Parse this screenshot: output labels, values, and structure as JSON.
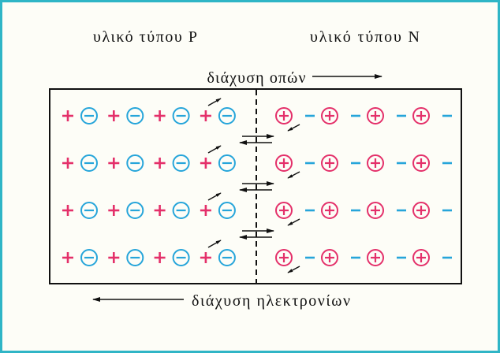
{
  "labels": {
    "p_material": "υλικό τύπου P",
    "n_material": "υλικό τύπου N",
    "hole_diffusion": "διάχυση οπών",
    "electron_diffusion": "διάχυση ηλεκτρονίων"
  },
  "colors": {
    "frame": "#2fb5c6",
    "background": "#fdfdf7",
    "positive": "#e4306a",
    "negative": "#26a5da",
    "ink": "#111111"
  },
  "rows": [
    {
      "p_side": [
        "plus-icon",
        "circled-minus-icon",
        "plus-icon",
        "circled-minus-icon",
        "plus-icon",
        "circled-minus-icon",
        "plus-icon",
        "circled-minus-icon"
      ],
      "n_side": [
        "circled-plus-icon",
        "minus-icon",
        "circled-plus-icon",
        "minus-icon",
        "circled-plus-icon",
        "minus-icon",
        "circled-plus-icon",
        "minus-icon"
      ]
    },
    {
      "p_side": [
        "plus-icon",
        "circled-minus-icon",
        "plus-icon",
        "circled-minus-icon",
        "plus-icon",
        "circled-minus-icon",
        "plus-icon",
        "circled-minus-icon"
      ],
      "n_side": [
        "circled-plus-icon",
        "minus-icon",
        "circled-plus-icon",
        "minus-icon",
        "circled-plus-icon",
        "minus-icon",
        "circled-plus-icon",
        "minus-icon"
      ]
    },
    {
      "p_side": [
        "plus-icon",
        "circled-minus-icon",
        "plus-icon",
        "circled-minus-icon",
        "plus-icon",
        "circled-minus-icon",
        "plus-icon",
        "circled-minus-icon"
      ],
      "n_side": [
        "circled-plus-icon",
        "minus-icon",
        "circled-plus-icon",
        "minus-icon",
        "circled-plus-icon",
        "minus-icon",
        "circled-plus-icon",
        "minus-icon"
      ]
    },
    {
      "p_side": [
        "plus-icon",
        "circled-minus-icon",
        "plus-icon",
        "circled-minus-icon",
        "plus-icon",
        "circled-minus-icon",
        "plus-icon",
        "circled-minus-icon"
      ],
      "n_side": [
        "circled-plus-icon",
        "minus-icon",
        "circled-plus-icon",
        "minus-icon",
        "circled-plus-icon",
        "minus-icon",
        "circled-plus-icon",
        "minus-icon"
      ]
    }
  ]
}
